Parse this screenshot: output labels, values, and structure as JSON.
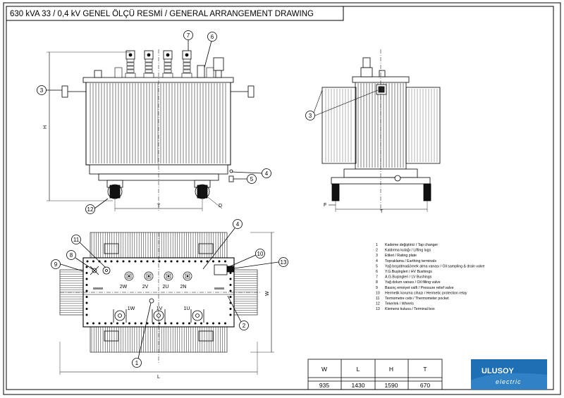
{
  "title": "630 kVA 33 / 0,4 kV GENEL ÖLÇÜ RESMİ / GENERAL ARRANGEMENT DRAWING",
  "dimension_labels": {
    "H": "H",
    "T": "T",
    "D": "D",
    "F": "F",
    "W": "W",
    "L": "L"
  },
  "bushing_labels": {
    "w2": "2W",
    "v2": "2V",
    "u2": "2U",
    "n2": "2N",
    "w1": "1W",
    "v1": "1V",
    "u1": "1U"
  },
  "callouts": {
    "front": [
      "7",
      "6",
      "3",
      "4",
      "5",
      "12"
    ],
    "side": [
      "3"
    ],
    "top": [
      "11",
      "8",
      "9",
      "4",
      "10",
      "13",
      "2",
      "1"
    ]
  },
  "legend": [
    {
      "num": "1",
      "text": "Kademe değiştirici / Tap changer"
    },
    {
      "num": "2",
      "text": "Kaldırma kulağı / Lifting lugs"
    },
    {
      "num": "3",
      "text": "Etiket / Rating plate"
    },
    {
      "num": "4",
      "text": "Topraklama / Earthing terminals"
    },
    {
      "num": "5",
      "text": "Yağ boşaltma&örnek alma vanası / Oil sampling & drain valve"
    },
    {
      "num": "6",
      "text": "Y.G.Buşingleri / HV Bushings"
    },
    {
      "num": "7",
      "text": "A.G.Buşingleri / LV Bushings"
    },
    {
      "num": "8",
      "text": "Yağ dolum vanası / Oil filling valve"
    },
    {
      "num": "9",
      "text": "Basınç emniyet valfi / Pressure relief valve"
    },
    {
      "num": "10",
      "text": "Hermetik koruma cihazı / Hermetic protection relay"
    },
    {
      "num": "11",
      "text": "Termometre cebi / Thermometer pocket"
    },
    {
      "num": "12",
      "text": "Tekerlek / Wheels"
    },
    {
      "num": "13",
      "text": "Klemens kutusu / Terminal box"
    }
  ],
  "dimensions_table": {
    "headers": [
      "W",
      "L",
      "H",
      "T"
    ],
    "values": [
      "935",
      "1430",
      "1590",
      "670"
    ]
  },
  "logo": {
    "name": "ULUSOY",
    "sub": "electric",
    "color": "#1f6fb4"
  }
}
